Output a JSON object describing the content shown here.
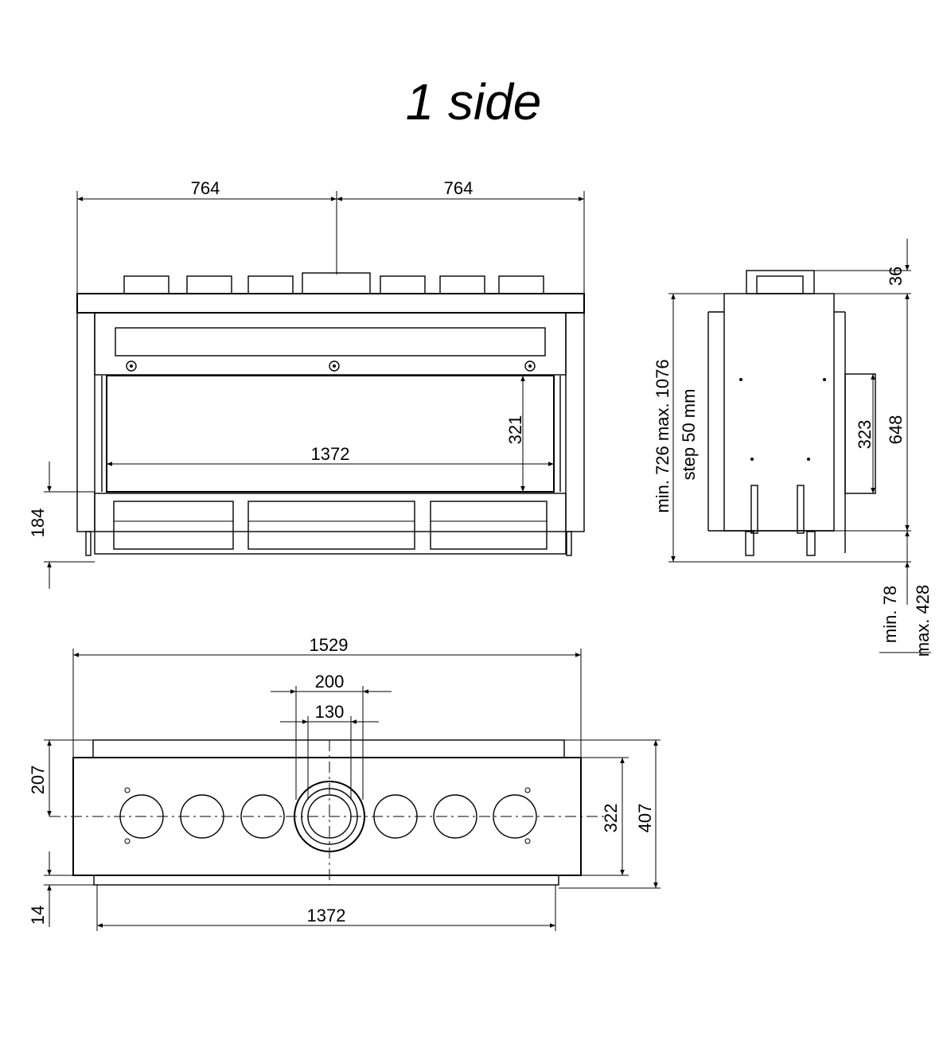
{
  "title": "1 side",
  "front_view": {
    "width_left": "764",
    "width_right": "764",
    "glass_width": "1372",
    "glass_height": "321",
    "base_height": "184"
  },
  "side_view": {
    "top_height": "36",
    "height": "648",
    "flue_height": "323",
    "adjust_range": "min. 726 max. 1076",
    "adjust_step": "step 50 mm",
    "leg_min": "min. 78",
    "leg_max": "max. 428"
  },
  "top_view": {
    "total_width": "1529",
    "outer_flue": "200",
    "inner_flue": "130",
    "depth_to_axis": "207",
    "inner_depth": "322",
    "outer_depth": "407",
    "offset": "14",
    "glass_width": "1372"
  }
}
